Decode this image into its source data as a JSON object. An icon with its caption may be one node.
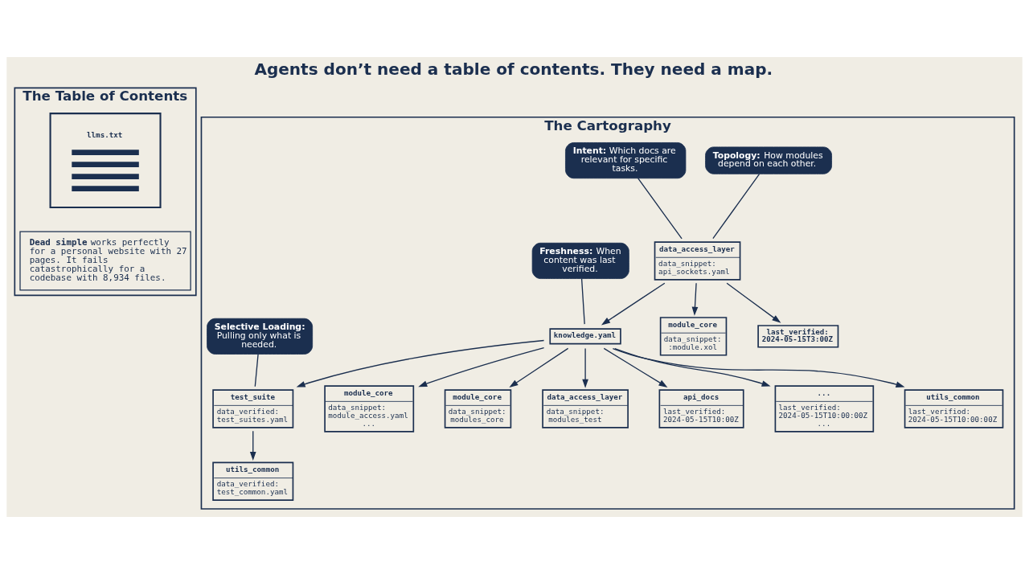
{
  "diagram": {
    "title": "Agents don’t need a table of contents. They need a map.",
    "nodes": [
      {
        "text": [
          "The Table of Contents"
        ]
      },
      {
        "text": [
          "llms.txt"
        ],
        "in": 0
      },
      {
        "text": [
          "**Dead simple** works perfectly for a personal website with 27 pages. It fails catastrophically for a codebase with 8,934 files."
        ],
        "in": 0
      },
      {
        "text": [
          "The Cartography"
        ]
      },
      {
        "text": [
          "module_core",
          "data_snippet: :module.xol"
        ],
        "in": 3
      },
      {
        "text": [
          "last_verified: 2024-05-15T3:00Z"
        ],
        "in": 3
      },
      {
        "text": [
          "data_access_layer",
          "data_snippet: api_sockets.yaml"
        ],
        "in": 3
      },
      {
        "text": [
          "module_core",
          "data_snippet: module_access.yaml ..."
        ],
        "in": 3
      },
      {
        "text": [
          "module_core",
          "data_snippet: modules_core"
        ],
        "in": 3
      },
      {
        "text": [
          "data_access_layer",
          "data_snippet: modules_test"
        ],
        "in": 3
      },
      {
        "text": [
          "knowledge.yaml"
        ],
        "in": 3
      },
      {
        "text": [
          "api_docs",
          "last_verified: 2024-05-15T10:00Z"
        ],
        "in": 3
      },
      {
        "text": [
          "...",
          "last_verified: 2024-05-15T10:00:00Z ..."
        ],
        "in": 3
      },
      {
        "text": [
          "utils_common",
          "last_verifiod: 2024-05-15T10:00:00Z"
        ],
        "in": 3
      },
      {
        "text": [
          "test_suite",
          "data_verified: test_suites.yaml"
        ],
        "in": 3
      },
      {
        "text": [
          "utils_common",
          "data_verified: test_common.yaml"
        ],
        "in": 3
      },
      {
        "text": [
          "**Topology:** How modules depend on each other."
        ],
        "in": 3
      },
      {
        "text": [
          "**Intent:** Which docs are relevant for specific tasks."
        ],
        "in": 3
      },
      {
        "text": [
          "**Freshness:** When content was last verified."
        ],
        "in": 3
      },
      {
        "text": [
          "**Selective Loading:** Pulling only what is needed."
        ],
        "in": 3
      }
    ],
    "edges": [
      {
        "from": 6,
        "to": 4,
        "arrow": "to"
      },
      {
        "from": 6,
        "to": 5,
        "arrow": "to"
      },
      {
        "from": 6,
        "to": 10,
        "arrow": "to"
      },
      {
        "from": 10,
        "to": 7,
        "arrow": "to"
      },
      {
        "from": 10,
        "to": 8,
        "arrow": "to"
      },
      {
        "from": 10,
        "to": 9,
        "arrow": "to"
      },
      {
        "from": 10,
        "to": 11,
        "arrow": "to"
      },
      {
        "from": 10,
        "to": 12,
        "arrow": "to"
      },
      {
        "from": 10,
        "to": 13,
        "arrow": "to"
      },
      {
        "from": 10,
        "to": 14,
        "arrow": "to"
      },
      {
        "from": 14,
        "to": 15,
        "arrow": "to"
      },
      {
        "from": 16,
        "to": 6,
        "arrow": "none"
      },
      {
        "from": 17,
        "to": 6,
        "arrow": "none"
      },
      {
        "from": 18,
        "to": 10,
        "arrow": "none"
      },
      {
        "from": 19,
        "to": 14,
        "arrow": "none"
      }
    ]
  }
}
